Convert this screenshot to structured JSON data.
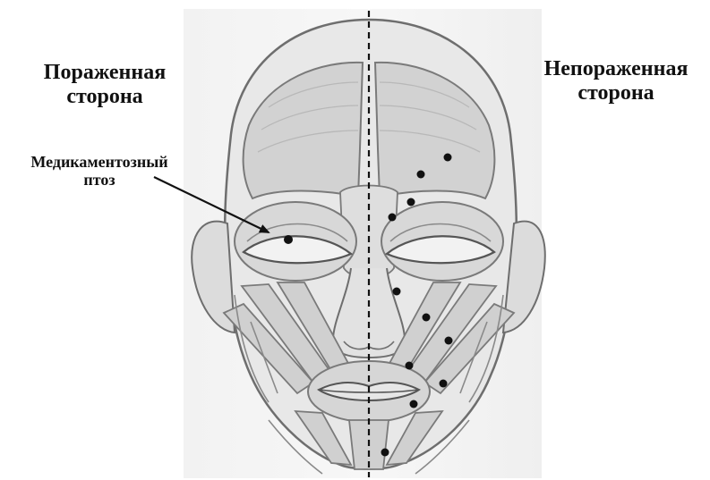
{
  "labels": {
    "affected_side": [
      "Пораженная",
      "сторона"
    ],
    "unaffected_side": [
      "Непораженная",
      "сторона"
    ],
    "ptosis": [
      "Медикаментозный",
      "птоз"
    ]
  },
  "colors": {
    "ink": "#111111",
    "sketch_stroke": "#6e6e6e",
    "sketch_fill": "#e6e6e6",
    "muscle_fill": "#d4d4d4",
    "shadow": "#bdbdbd"
  },
  "icons": {
    "injection_point": "filled-dot",
    "midline": "dashed-line",
    "pointer": "arrow"
  }
}
